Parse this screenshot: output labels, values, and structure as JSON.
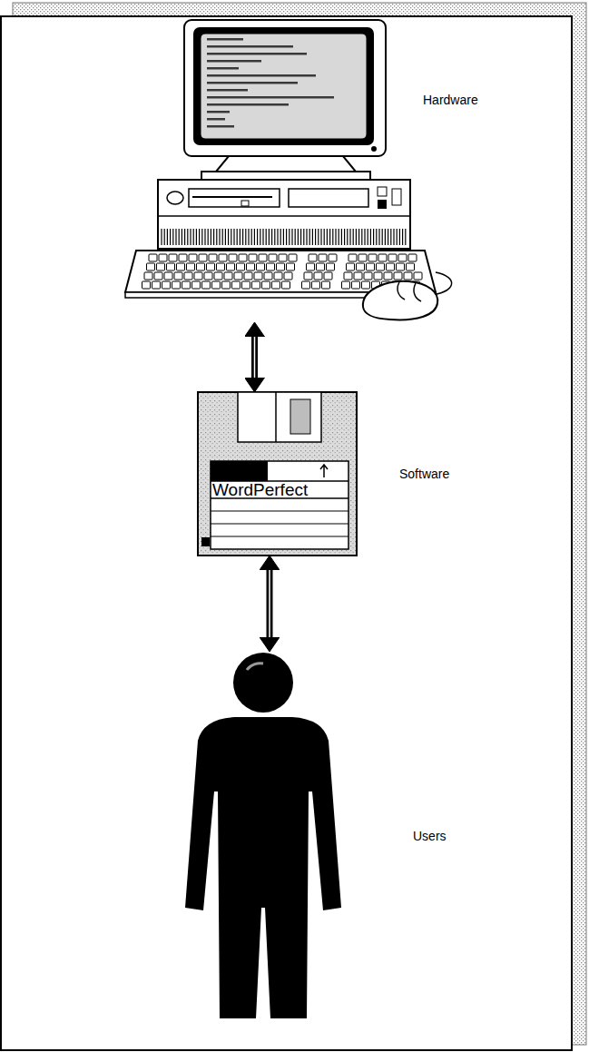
{
  "diagram": {
    "nodes": [
      {
        "text": [
          "Hardware"
        ]
      },
      {
        "text": [
          "Software",
          "WordPerfect"
        ]
      },
      {
        "text": [
          "Users"
        ]
      }
    ],
    "edges": [
      {
        "from": 0,
        "to": 1,
        "arrow": "both"
      },
      {
        "from": 1,
        "to": 2,
        "arrow": "both"
      }
    ]
  }
}
